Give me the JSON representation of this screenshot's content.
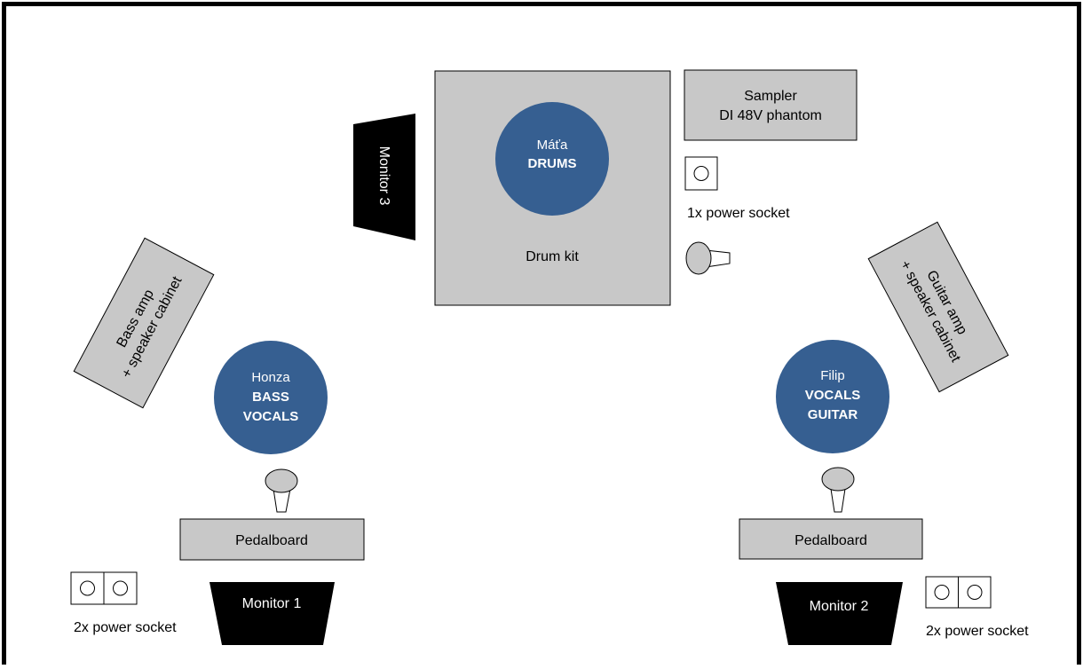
{
  "diagram": {
    "drum_kit": {
      "label": "Drum kit"
    },
    "drummer": {
      "name": "Máťa",
      "role_line1": "DRUMS"
    },
    "sampler": {
      "line1": "Sampler",
      "line2": "DI 48V phantom"
    },
    "power_center": {
      "label": "1x power socket"
    },
    "monitor_3": {
      "label": "Monitor 3"
    },
    "bass_amp": {
      "line1": "Bass amp",
      "line2": "+ speaker cabinet"
    },
    "guitar_amp": {
      "line1": "Guitar amp",
      "line2": "+ speaker cabinet"
    },
    "bassist": {
      "name": "Honza",
      "role_line1": "BASS",
      "role_line2": "VOCALS"
    },
    "guitarist": {
      "name": "Filip",
      "role_line1": "VOCALS",
      "role_line2": "GUITAR"
    },
    "pedalboard_left": {
      "label": "Pedalboard"
    },
    "pedalboard_right": {
      "label": "Pedalboard"
    },
    "monitor_1": {
      "label": "Monitor 1"
    },
    "monitor_2": {
      "label": "Monitor 2"
    },
    "power_left": {
      "label": "2x power socket"
    },
    "power_right": {
      "label": "2x power socket"
    }
  },
  "colors": {
    "box_fill": "#c8c8c8",
    "musician_fill": "#365f91",
    "monitor_fill": "#000000",
    "text_dark": "#000000",
    "text_light": "#ffffff"
  }
}
